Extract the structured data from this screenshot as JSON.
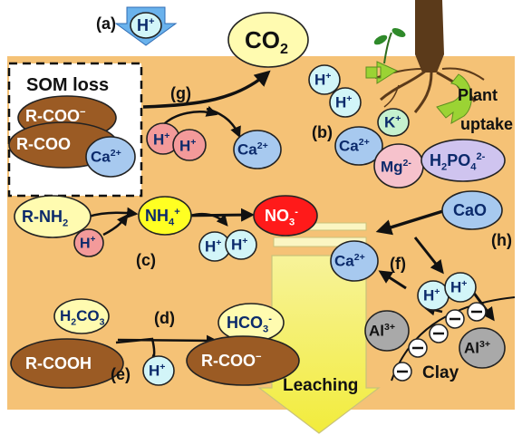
{
  "labels": {
    "a": "(a)",
    "b": "(b)",
    "c": "(c)",
    "d": "(d)",
    "e": "(e)",
    "f": "(f)",
    "g": "(g)",
    "h": "(h)"
  },
  "som_loss": "SOM loss",
  "plant_uptake_line1": "Plant",
  "plant_uptake_line2": "uptake",
  "leaching": "Leaching",
  "clay": "Clay",
  "species": {
    "co2": "CO",
    "co2_sub": "2",
    "h_plus": "H",
    "h_plus_sup": "+",
    "ca": "Ca",
    "ca_sup": "2+",
    "k": "K",
    "k_sup": "+",
    "mg": "Mg",
    "mg_sup": "2-",
    "h2po4": "H",
    "h2po4_sub1": "2",
    "h2po4_mid": "PO",
    "h2po4_sub2": "4",
    "h2po4_sup": "2-",
    "r_coo": "R-COO",
    "r_coo_sup": "−",
    "r_coo_plain": "R-COO",
    "r_nh2": "R-NH",
    "r_nh2_sub": "2",
    "nh4": "NH",
    "nh4_sub": "4",
    "nh4_sup": "+",
    "no3": "NO",
    "no3_sub": "3",
    "no3_sup": "-",
    "cao": "CaO",
    "h2co3": "H",
    "h2co3_sub1": "2",
    "h2co3_mid": "CO",
    "h2co3_sub2": "3",
    "hco3": "HCO",
    "hco3_sub": "3",
    "hco3_sup": "-",
    "r_cooh": "R-COOH",
    "al": "Al",
    "al_sup": "3+"
  },
  "colors": {
    "soil": "#f5c276",
    "cyan_ion": "#d2f5f8",
    "pink_ion": "#f39a9a",
    "ca_ion": "#a7c9ef",
    "k_ion": "#c6f1cf",
    "mg_ion": "#f6c2cc",
    "po4_ion": "#cfc4ef",
    "brown": "#9b5b24",
    "yellow": "#fffbb0",
    "nh4": "#ffff22",
    "no3": "#ff1a1a",
    "gray": "#a9a9a9",
    "leach_arrow": "#f5f27a",
    "green_arrow": "#9bd334",
    "blue_arrow": "#6ab2ec"
  }
}
